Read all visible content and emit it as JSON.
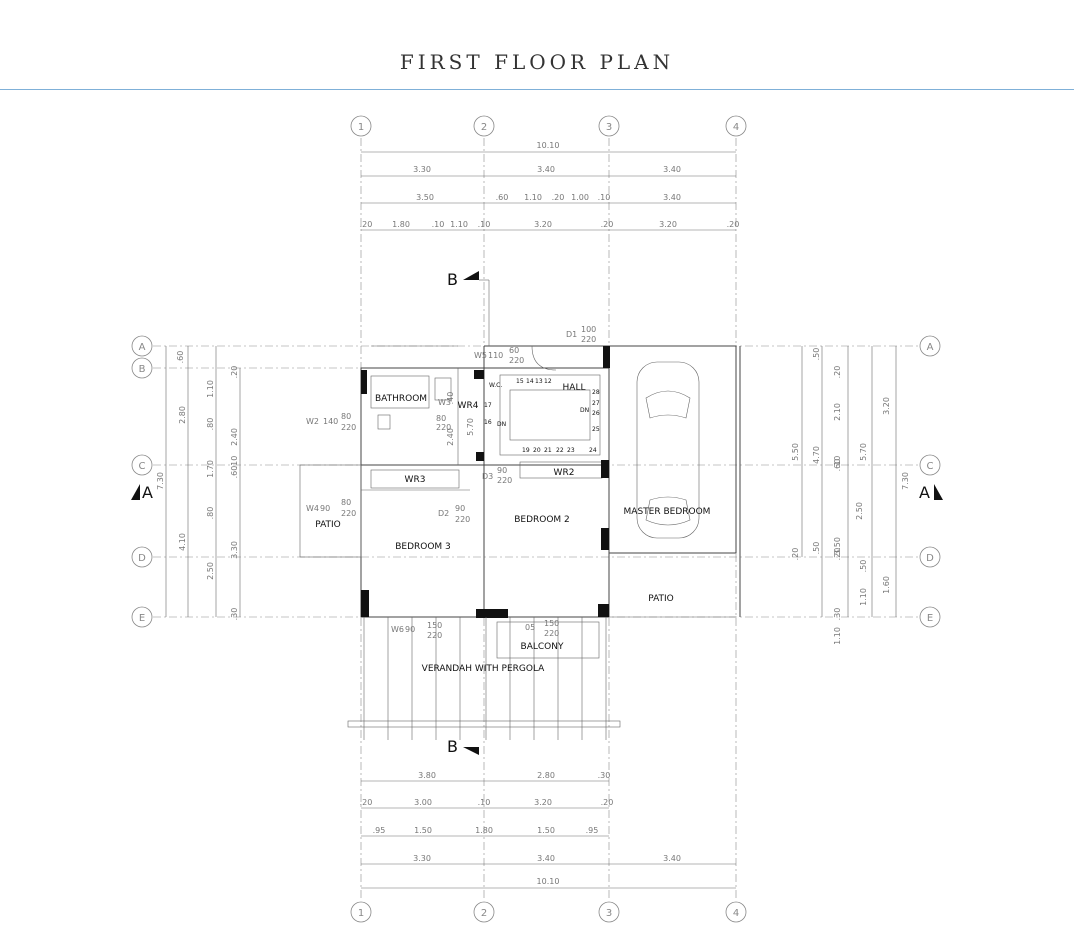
{
  "header": {
    "title": "FIRST FLOOR PLAN",
    "rule_color": "#7fb0d8"
  },
  "plan": {
    "grid_bubbles": {
      "columns": [
        "1",
        "2",
        "3",
        "4"
      ],
      "rows": [
        "A",
        "B",
        "C",
        "D",
        "E"
      ]
    },
    "rooms": {
      "bathroom": "BATHROOM",
      "wr4": "WR4",
      "wc": "W.C.",
      "hall": "HALL",
      "wr3": "WR3",
      "wr2": "WR2",
      "patio_left": "PATIO",
      "bedroom3": "BEDROOM 3",
      "bedroom2": "BEDROOM 2",
      "master": "MASTER BEDROOM",
      "patio_right": "PATIO",
      "balcony": "BALCONY",
      "verandah": "VERANDAH WITH PERGOLA"
    },
    "section_marks": {
      "a_left": "A",
      "a_right": "A",
      "b_top": "B",
      "b_bottom": "B"
    },
    "stairs": {
      "top": [
        "15",
        "14",
        "13",
        "12"
      ],
      "bottom": [
        "19",
        "20",
        "21",
        "22",
        "23",
        "24"
      ],
      "right": [
        "28",
        "27",
        "26",
        "25"
      ],
      "left": [
        "17",
        "16"
      ],
      "dn": "DN"
    },
    "openings": {
      "d1": "D1",
      "d1_w": "100",
      "d1_h": "220",
      "w5": "W5",
      "w5_w": "110",
      "w5_w2": "60",
      "w5_h": "220",
      "w3": "W3",
      "w2": "W2",
      "w2_w": "140",
      "w2_w2": "80",
      "w2_h": "220",
      "w2b_w": "80",
      "w2b_h": "220",
      "d3": "D3",
      "d3_w": "90",
      "d3_h": "220",
      "w4": "W4",
      "w4_w": "90",
      "w4_w2": "80",
      "w4_h": "220",
      "d2": "D2",
      "d2_w": "90",
      "d2_h": "220",
      "w6": "W6",
      "w6_w": "90",
      "w6_w2": "150",
      "w6_h": "220",
      "w7_w": "150",
      "w7_h": "220",
      "w7_h2": "05"
    },
    "dims_top": {
      "row1": [
        "10.10"
      ],
      "row2": [
        "3.30",
        "3.40",
        "3.40"
      ],
      "row3": [
        "3.50",
        ".60",
        "1.10",
        ".20",
        "1.00",
        ".10",
        "3.40"
      ],
      "row4": [
        ".20",
        "1.80",
        ".10",
        "1.10",
        ".10",
        "3.20",
        ".20",
        "3.20",
        ".20"
      ]
    },
    "dims_bottom": {
      "row1": [
        "3.80",
        "2.80",
        ".30"
      ],
      "row2": [
        ".20",
        "3.00",
        ".10",
        "3.20",
        ".20"
      ],
      "row3": [
        ".95",
        "1.50",
        "1.80",
        "1.50",
        ".95"
      ],
      "row4": [
        "3.30",
        "3.40",
        "3.40"
      ],
      "row5": [
        "10.10"
      ]
    },
    "dims_left": {
      "col1": [
        "7.30"
      ],
      "col2": [
        "2.80",
        "4.10"
      ],
      "col3": [
        ".60",
        "1.70",
        ".80",
        "2.50"
      ],
      "col4": [
        "1.10",
        ".80",
        "2.40",
        ".60",
        "3.30"
      ],
      "col5": [
        ".20",
        ".10",
        ".30"
      ],
      "inner": [
        ".40",
        "2.40",
        "5.70"
      ]
    },
    "dims_right": {
      "col1": [
        ".50",
        "5.50",
        ".20"
      ],
      "col2": [
        ".20",
        "2.10",
        "4.70",
        ".60",
        "3.50",
        ".50",
        ".30",
        "1.10"
      ],
      "col3": [
        ".10",
        "2.50",
        "1.10",
        ".20"
      ],
      "col4": [
        "3.20",
        "5.70",
        ".50",
        "1.60"
      ],
      "col5": [
        "7.30"
      ]
    }
  }
}
